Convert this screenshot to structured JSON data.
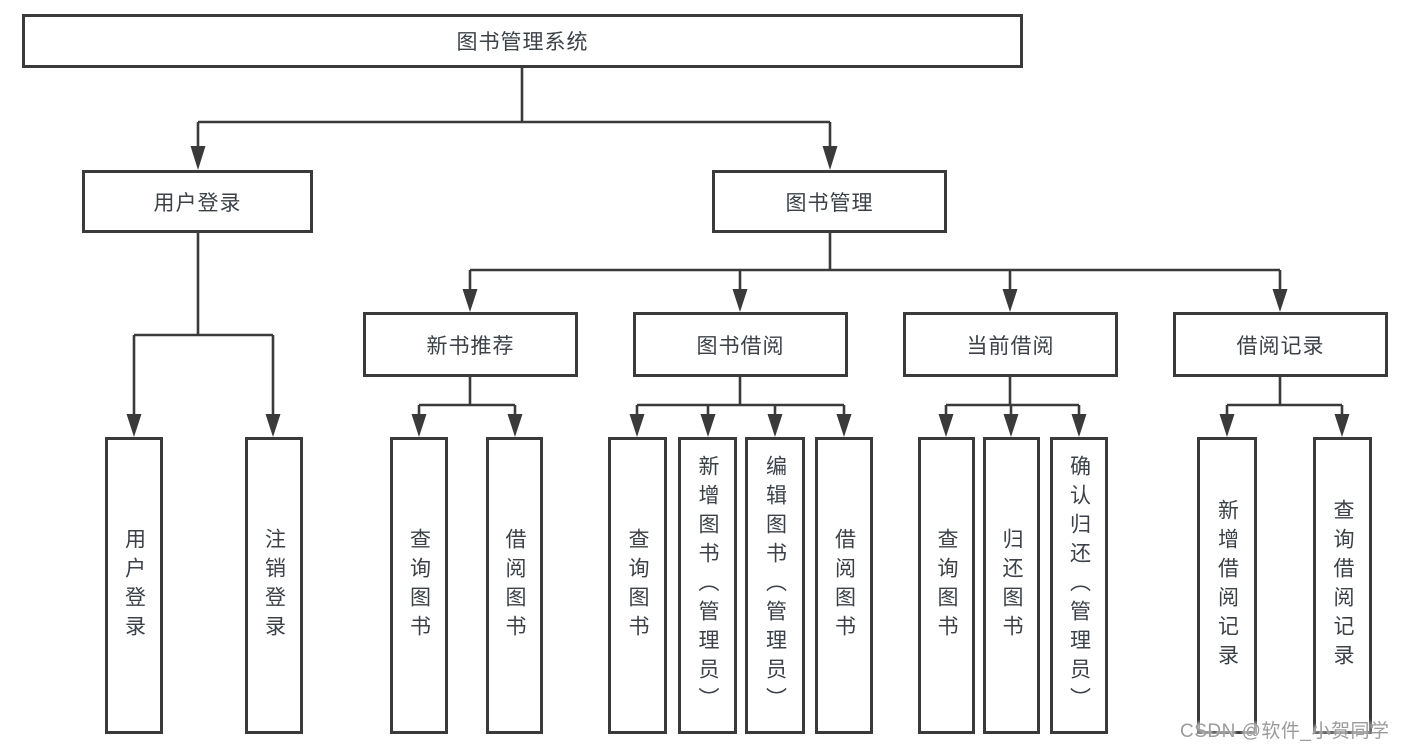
{
  "watermark": "CSDN @软件_小贺同学",
  "colors": {
    "line": "#3a3a3a",
    "box_border": "#3a3a3a",
    "text": "#3c4148",
    "background": "#ffffff",
    "watermark": "#9b9b9b"
  },
  "nodes": {
    "root": {
      "label": "图书管理系统"
    },
    "branch_user_login": {
      "label": "用户登录"
    },
    "branch_book_mgmt": {
      "label": "图书管理"
    },
    "cat_new_books": {
      "label": "新书推荐"
    },
    "cat_book_borrow": {
      "label": "图书借阅"
    },
    "cat_current_borrow": {
      "label": "当前借阅"
    },
    "cat_borrow_records": {
      "label": "借阅记录"
    },
    "leaf_user_login": {
      "label": "用户登录"
    },
    "leaf_logout": {
      "label": "注销登录"
    },
    "leaf_nb_query": {
      "label": "查询图书"
    },
    "leaf_nb_borrow": {
      "label": "借阅图书"
    },
    "leaf_bb_query": {
      "label": "查询图书"
    },
    "leaf_bb_add": {
      "label": "新增图书（管理员）"
    },
    "leaf_bb_edit": {
      "label": "编辑图书（管理员）"
    },
    "leaf_bb_borrow": {
      "label": "借阅图书"
    },
    "leaf_cb_query": {
      "label": "查询图书"
    },
    "leaf_cb_return": {
      "label": "归还图书"
    },
    "leaf_cb_confirm": {
      "label": "确认归还（管理员）"
    },
    "leaf_br_add": {
      "label": "新增借阅记录"
    },
    "leaf_br_query": {
      "label": "查询借阅记录"
    }
  },
  "hierarchy": {
    "label": "图书管理系统",
    "children": [
      {
        "label": "用户登录",
        "children": [
          {
            "label": "用户登录"
          },
          {
            "label": "注销登录"
          }
        ]
      },
      {
        "label": "图书管理",
        "children": [
          {
            "label": "新书推荐",
            "children": [
              {
                "label": "查询图书"
              },
              {
                "label": "借阅图书"
              }
            ]
          },
          {
            "label": "图书借阅",
            "children": [
              {
                "label": "查询图书"
              },
              {
                "label": "新增图书（管理员）"
              },
              {
                "label": "编辑图书（管理员）"
              },
              {
                "label": "借阅图书"
              }
            ]
          },
          {
            "label": "当前借阅",
            "children": [
              {
                "label": "查询图书"
              },
              {
                "label": "归还图书"
              },
              {
                "label": "确认归还（管理员）"
              }
            ]
          },
          {
            "label": "借阅记录",
            "children": [
              {
                "label": "新增借阅记录"
              },
              {
                "label": "查询借阅记录"
              }
            ]
          }
        ]
      }
    ]
  }
}
